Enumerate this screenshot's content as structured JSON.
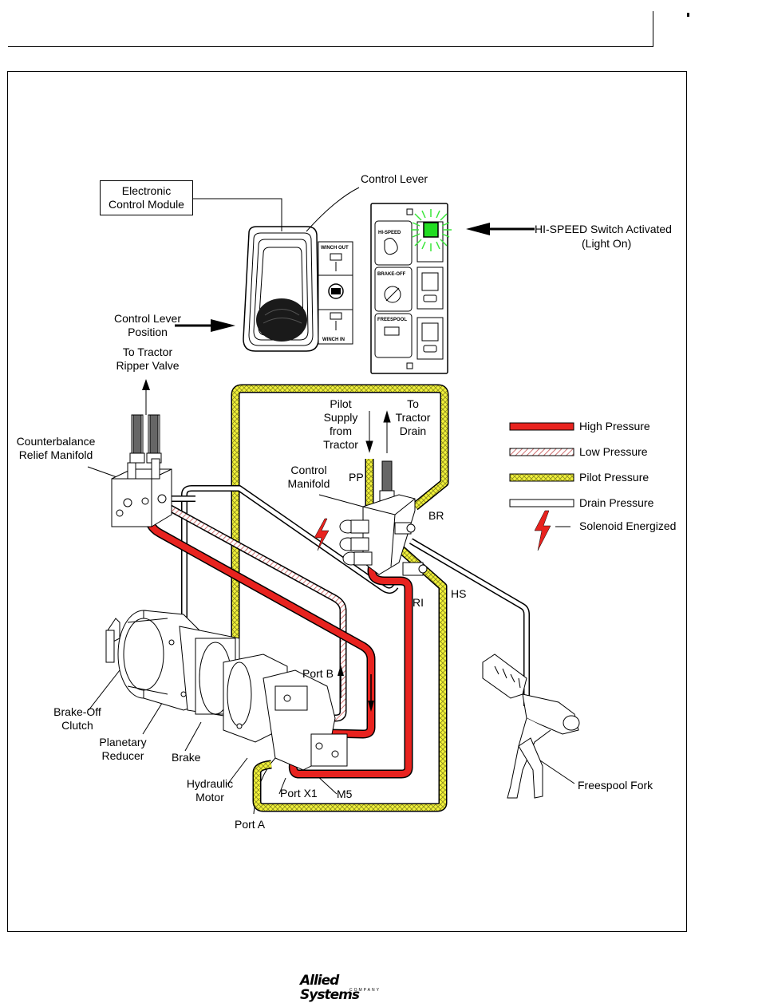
{
  "labels": {
    "ecm": [
      "Electronic",
      "Control Module"
    ],
    "control_lever": "Control Lever",
    "hi_speed_activated": [
      "HI-SPEED Switch Activated",
      "(Light On)"
    ],
    "lever_position": [
      "Control Lever",
      "Position"
    ],
    "to_ripper": [
      "To Tractor",
      "Ripper Valve"
    ],
    "counterbalance": [
      "Counterbalance",
      "Relief Manifold"
    ],
    "pilot_supply": [
      "Pilot",
      "Supply",
      "from",
      "Tractor"
    ],
    "to_drain": [
      "To",
      "Tractor",
      "Drain"
    ],
    "control_manifold": [
      "Control",
      "Manifold"
    ],
    "pp": "PP",
    "br": "BR",
    "ri": "RI",
    "hs": "HS",
    "port_b": "Port B",
    "port_x1": "Port X1",
    "m5": "M5",
    "port_a": "Port A",
    "brake_off_clutch": [
      "Brake-Off",
      "Clutch"
    ],
    "planetary_reducer": [
      "Planetary",
      "Reducer"
    ],
    "brake": "Brake",
    "hydraulic_motor": [
      "Hydraulic",
      "Motor"
    ],
    "freespool_fork": "Freespool Fork"
  },
  "legend": [
    {
      "label": "High Pressure",
      "color": "#e8231f",
      "pattern": "solid"
    },
    {
      "label": "Low Pressure",
      "color": "#e8a0a0",
      "pattern": "hatch"
    },
    {
      "label": "Pilot Pressure",
      "color": "#f2f23a",
      "pattern": "crosshatch"
    },
    {
      "label": "Drain Pressure",
      "color": "#ffffff",
      "pattern": "open"
    },
    {
      "label": "Solenoid Energized",
      "color": "#e8231f",
      "pattern": "bolt"
    }
  ],
  "switch_panel": {
    "hi_speed": "HI-SPEED",
    "brake_off": "BRAKE-OFF",
    "freespool": "FREESPOOL",
    "hi_speed_light": "on"
  },
  "lever_panel": {
    "winch_out": "WINCH OUT",
    "winch_in": "WINCH IN"
  },
  "logo": {
    "name": "Allied Systems",
    "sub": "COMPANY"
  }
}
